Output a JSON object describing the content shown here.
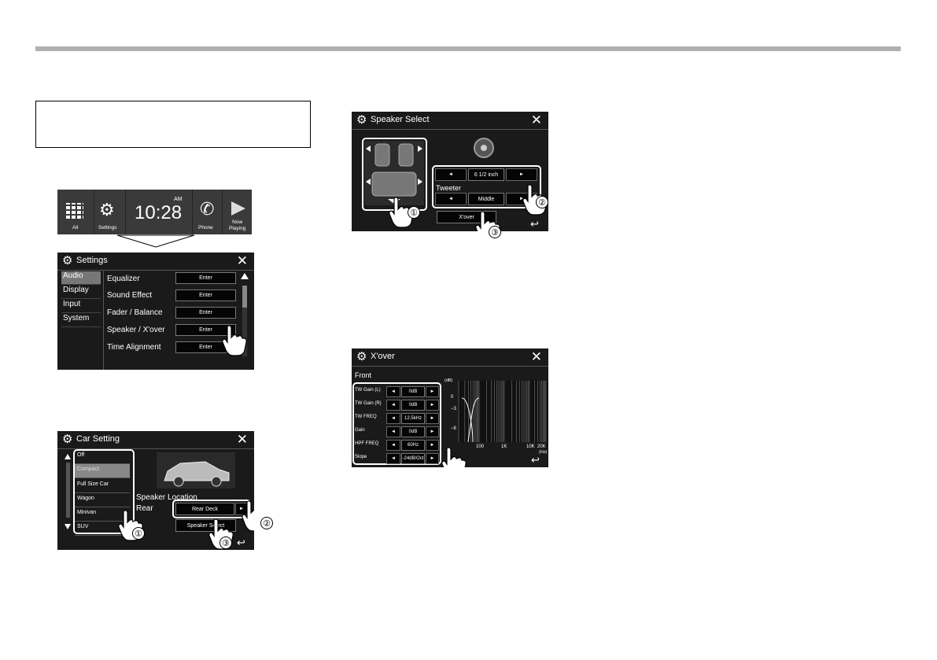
{
  "home_bar": {
    "items": [
      {
        "label": "All",
        "icon": "grid-icon"
      },
      {
        "label": "Settings",
        "icon": "gear-icon"
      },
      {
        "label": "10:28",
        "ampm": "AM"
      },
      {
        "label": "Phone",
        "icon": "phone-icon"
      },
      {
        "label": "Now\nPlaying",
        "icon": "play-icon"
      }
    ]
  },
  "settings": {
    "title": "Settings",
    "close": "✕",
    "tabs": [
      "Audio",
      "Display",
      "Input",
      "System"
    ],
    "rows": [
      {
        "label": "Equalizer",
        "button": "Enter"
      },
      {
        "label": "Sound Effect",
        "button": "Enter"
      },
      {
        "label": "Fader / Balance",
        "button": "Enter"
      },
      {
        "label": "Speaker / X'over",
        "button": "Enter"
      },
      {
        "label": "Time Alignment",
        "button": "Enter"
      }
    ]
  },
  "car_setting": {
    "title": "Car Setting",
    "close": "✕",
    "car_types": [
      "Off",
      "Compact",
      "Full Size Car",
      "Wagon",
      "Minivan",
      "SUV"
    ],
    "speaker_location_label": "Speaker Location",
    "rear_label": "Rear",
    "rear_value": "Rear Deck",
    "speaker_select_button": "Speaker Select",
    "callouts": [
      "①",
      "②",
      "③"
    ]
  },
  "speaker_select": {
    "title": "Speaker Select",
    "close": "✕",
    "size_value": "6 1/2 inch",
    "tweeter_label": "Tweeter",
    "tweeter_value": "Middle",
    "xover_button": "X'over",
    "callouts": [
      "①",
      "②",
      "③"
    ]
  },
  "xover": {
    "title": "X'over",
    "close": "✕",
    "section": "Front",
    "rows": [
      {
        "label": "TW Gain (L)",
        "value": "0dB"
      },
      {
        "label": "TW Gain (R)",
        "value": "0dB"
      },
      {
        "label": "TW FREQ",
        "value": "12.5kHz"
      },
      {
        "label": "Gain",
        "value": "0dB"
      },
      {
        "label": "HPF FREQ",
        "value": "60Hz"
      },
      {
        "label": "Slope",
        "value": "-24dB/Oct"
      }
    ],
    "graph": {
      "y_unit": "(dB)",
      "y_ticks": [
        "0",
        "−3",
        "−8"
      ],
      "x_ticks": [
        "100",
        "1K",
        "10K",
        "20K"
      ],
      "x_unit": "(Hz)"
    }
  },
  "colors": {
    "screen_bg": "#1a1a1a",
    "highlight": "#ffffff",
    "selected": "#777777"
  }
}
